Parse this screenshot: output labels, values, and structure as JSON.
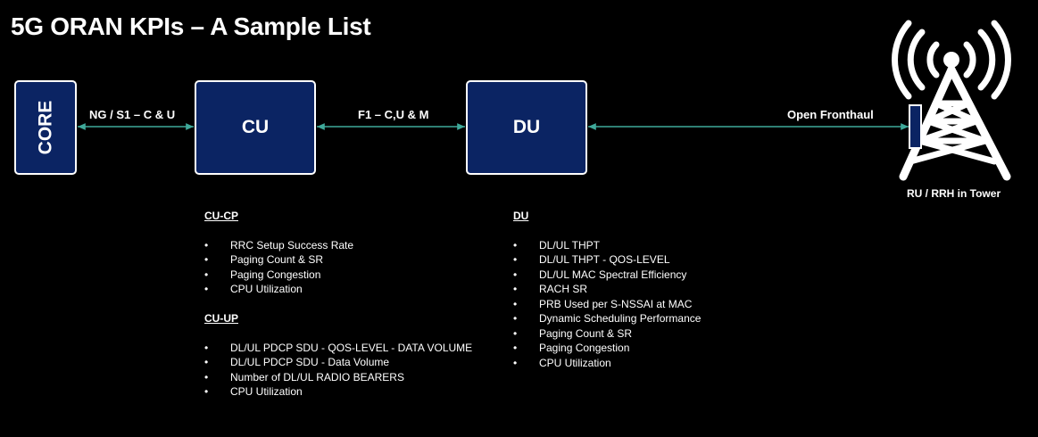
{
  "title": "5G ORAN KPIs – A Sample List",
  "nodes": {
    "core": "CORE",
    "cu": "CU",
    "du": "DU"
  },
  "links": {
    "core_cu": "NG / S1 – C & U",
    "cu_du": "F1 – C,U & M",
    "du_ru": "Open Fronthaul"
  },
  "ru_label": "RU / RRH in Tower",
  "kpis": {
    "cu_cp": {
      "heading": "CU-CP",
      "items": [
        "RRC Setup Success Rate",
        "Paging Count & SR",
        "Paging Congestion",
        "CPU Utilization"
      ]
    },
    "cu_up": {
      "heading": "CU-UP",
      "items": [
        "DL/UL PDCP SDU - QOS-LEVEL - DATA VOLUME",
        "DL/UL PDCP SDU - Data Volume",
        "Number of DL/UL RADIO BEARERS",
        "CPU Utilization"
      ]
    },
    "du": {
      "heading": "DU",
      "items": [
        "DL/UL THPT",
        "DL/UL THPT - QOS-LEVEL",
        "DL/UL MAC Spectral Efficiency",
        "RACH SR",
        "PRB Used per S-NSSAI at MAC",
        "Dynamic Scheduling Performance",
        "Paging Count & SR",
        "Paging Congestion",
        "CPU Utilization"
      ]
    }
  },
  "colors": {
    "background": "#000000",
    "node_fill": "#0b2463",
    "node_border": "#ffffff",
    "connector": "#3fa99a",
    "text": "#ffffff"
  },
  "icons": {
    "tower": "cell-tower-icon",
    "radio_unit": "radio-unit-icon"
  }
}
